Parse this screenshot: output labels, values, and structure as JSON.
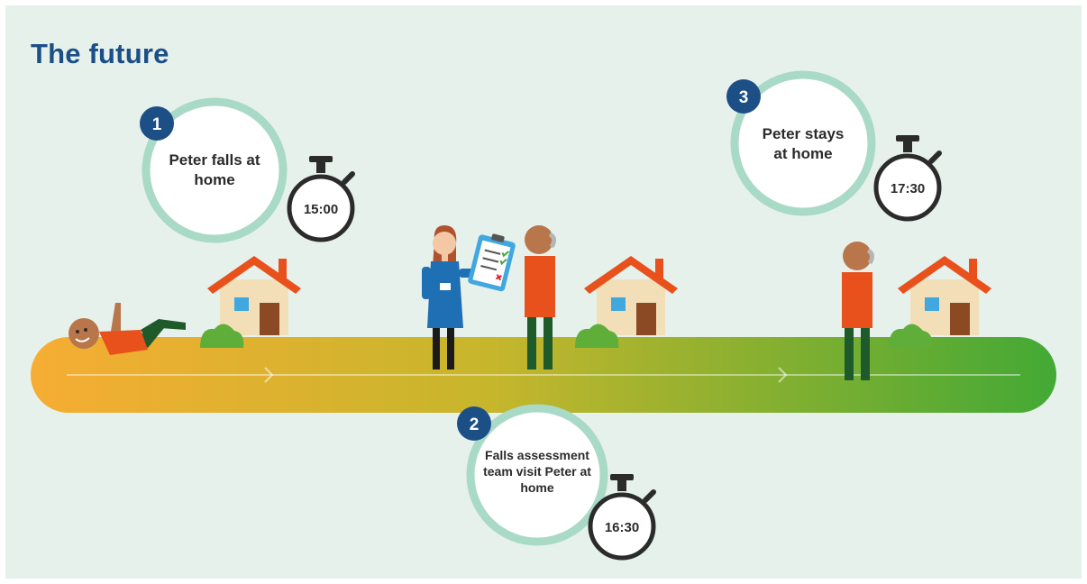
{
  "header": {
    "title": "The future"
  },
  "steps": [
    {
      "number": "1",
      "label": "Peter falls at home",
      "time": "15:00"
    },
    {
      "number": "2",
      "label": "Falls assessment team visit Peter at home",
      "time": "16:30"
    },
    {
      "number": "3",
      "label": "Peter stays at home",
      "time": "17:30"
    }
  ],
  "colors": {
    "background": "#e6f1ec",
    "title": "#1b4f86",
    "badge": "#1b4f86",
    "ring": "#a9d9c7",
    "timeline_start": "#f6ad33",
    "timeline_end": "#43a935",
    "shirt": "#e8501c",
    "roof": "#e8501c",
    "nurse_uniform": "#1f6fb5"
  }
}
